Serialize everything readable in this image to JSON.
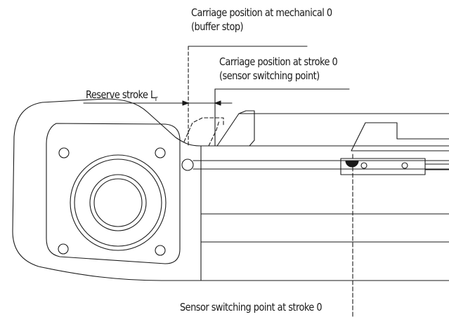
{
  "labels": {
    "mech_zero_line1": "Carriage position at mechanical 0",
    "mech_zero_line2": "(buffer stop)",
    "stroke_zero_line1": "Carriage position at stroke 0",
    "stroke_zero_line2": "(sensor switching point)",
    "reserve_stroke": "Reserve stroke L",
    "reserve_stroke_sub": "r",
    "sensor_point": "Sensor switching point at stroke 0"
  },
  "colors": {
    "line": "#1a1a1a",
    "sensor_marker": "#1a1a1a",
    "background": "#ffffff"
  }
}
